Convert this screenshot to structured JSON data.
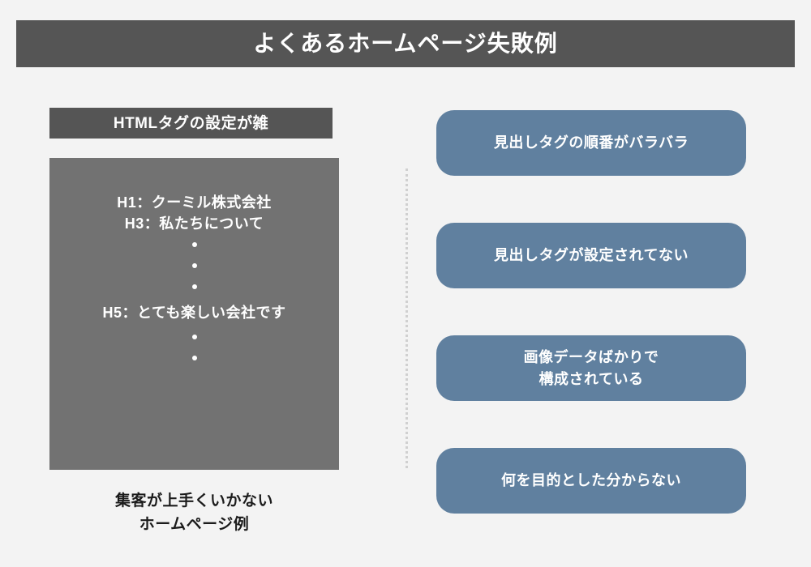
{
  "header": {
    "title": "よくあるホームページ失敗例",
    "bar_color": "#555555",
    "text_color": "#ffffff"
  },
  "page": {
    "background_color": "#f3f3f3"
  },
  "left_panel": {
    "section_label": "HTMLタグの設定が雑",
    "section_label_color": "#555555",
    "mock_page": {
      "background_color": "#727272",
      "lines": [
        "H1：クーミル株式会社",
        "H3：私たちについて"
      ],
      "bullets_middle": 3,
      "heading_h5": "H5：とても楽しい会社です",
      "bullets_bottom": 2
    },
    "caption_line1": "集客が上手くいかない",
    "caption_line2": "ホームページ例"
  },
  "divider": {
    "style": "dotted",
    "color": "#d0d0d0"
  },
  "right_panel": {
    "pill_color": "#60809f",
    "pill_text_color": "#ffffff",
    "items": [
      {
        "text": "見出しタグの順番がバラバラ"
      },
      {
        "text": "見出しタグが設定されてない"
      },
      {
        "text": "画像データばかりで\n構成されている"
      },
      {
        "text": "何を目的とした分からない"
      }
    ]
  }
}
